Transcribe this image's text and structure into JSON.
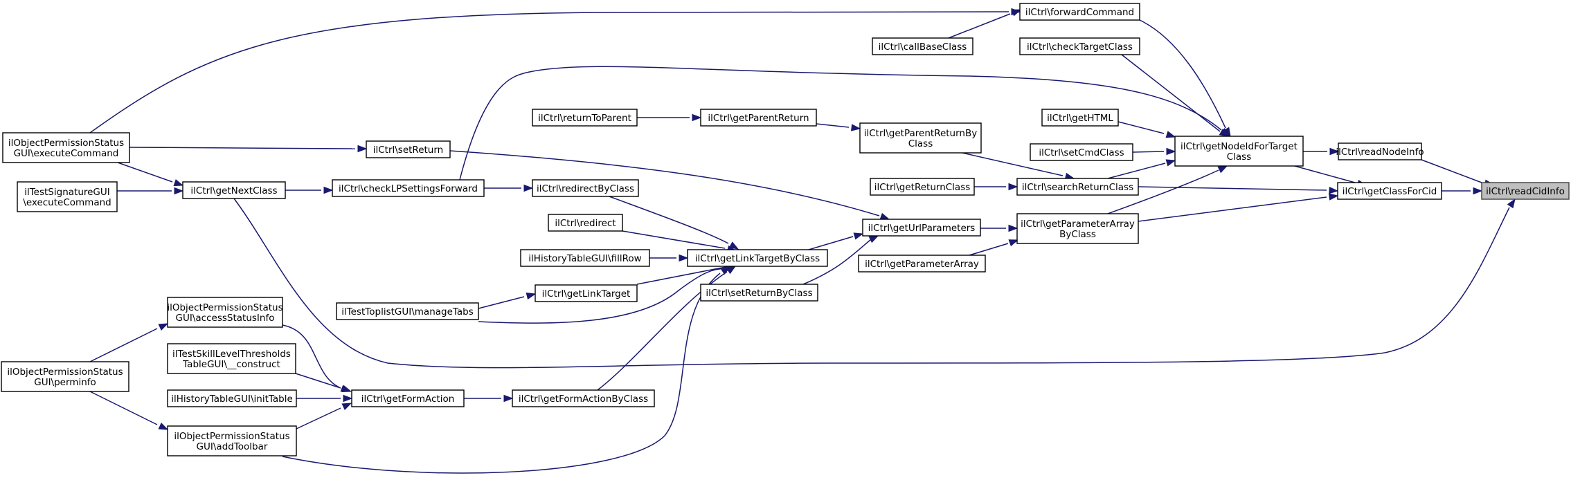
{
  "graph": {
    "focus": "readCidInfo",
    "nodes": [
      {
        "id": "readCidInfo",
        "lines": [
          "ilCtrl\\readCidInfo"
        ]
      },
      {
        "id": "readNodeInfo",
        "lines": [
          "ilCtrl\\readNodeInfo"
        ]
      },
      {
        "id": "getClassForCid",
        "lines": [
          "ilCtrl\\getClassForCid"
        ]
      },
      {
        "id": "getNodeIdForTargetClass",
        "lines": [
          "ilCtrl\\getNodeIdForTarget",
          "Class"
        ]
      },
      {
        "id": "searchReturnClass",
        "lines": [
          "ilCtrl\\searchReturnClass"
        ]
      },
      {
        "id": "getParameterArrayByClass",
        "lines": [
          "ilCtrl\\getParameterArray",
          "ByClass"
        ]
      },
      {
        "id": "forwardCommand",
        "lines": [
          "ilCtrl\\forwardCommand"
        ]
      },
      {
        "id": "callBaseClass",
        "lines": [
          "ilCtrl\\callBaseClass"
        ]
      },
      {
        "id": "checkTargetClass",
        "lines": [
          "ilCtrl\\checkTargetClass"
        ]
      },
      {
        "id": "getHTML",
        "lines": [
          "ilCtrl\\getHTML"
        ]
      },
      {
        "id": "setCmdClass",
        "lines": [
          "ilCtrl\\setCmdClass"
        ]
      },
      {
        "id": "getReturnClass",
        "lines": [
          "ilCtrl\\getReturnClass"
        ]
      },
      {
        "id": "getParentReturnByClass",
        "lines": [
          "ilCtrl\\getParentReturnBy",
          "Class"
        ]
      },
      {
        "id": "getParentReturn",
        "lines": [
          "ilCtrl\\getParentReturn"
        ]
      },
      {
        "id": "returnToParent",
        "lines": [
          "ilCtrl\\returnToParent"
        ]
      },
      {
        "id": "getUrlParameters",
        "lines": [
          "ilCtrl\\getUrlParameters"
        ]
      },
      {
        "id": "getParameterArray",
        "lines": [
          "ilCtrl\\getParameterArray"
        ]
      },
      {
        "id": "setReturnByClass",
        "lines": [
          "ilCtrl\\setReturnByClass"
        ]
      },
      {
        "id": "getLinkTargetByClass",
        "lines": [
          "ilCtrl\\getLinkTargetByClass"
        ]
      },
      {
        "id": "redirectByClass",
        "lines": [
          "ilCtrl\\redirectByClass"
        ]
      },
      {
        "id": "redirect",
        "lines": [
          "ilCtrl\\redirect"
        ]
      },
      {
        "id": "fillRow",
        "lines": [
          "ilHistoryTableGUI\\fillRow"
        ]
      },
      {
        "id": "getLinkTarget",
        "lines": [
          "ilCtrl\\getLinkTarget"
        ]
      },
      {
        "id": "manageTabs",
        "lines": [
          "ilTestToplistGUI\\manageTabs"
        ]
      },
      {
        "id": "getFormActionByClass",
        "lines": [
          "ilCtrl\\getFormActionByClass"
        ]
      },
      {
        "id": "getFormAction",
        "lines": [
          "ilCtrl\\getFormAction"
        ]
      },
      {
        "id": "accessStatusInfo",
        "lines": [
          "ilObjectPermissionStatus",
          "GUI\\accessStatusInfo"
        ]
      },
      {
        "id": "construct",
        "lines": [
          "ilTestSkillLevelThresholds",
          "TableGUI\\__construct"
        ]
      },
      {
        "id": "initTable",
        "lines": [
          "ilHistoryTableGUI\\initTable"
        ]
      },
      {
        "id": "addToolbar",
        "lines": [
          "ilObjectPermissionStatus",
          "GUI\\addToolbar"
        ]
      },
      {
        "id": "perminfo",
        "lines": [
          "ilObjectPermissionStatus",
          "GUI\\perminfo"
        ]
      },
      {
        "id": "setReturn",
        "lines": [
          "ilCtrl\\setReturn"
        ]
      },
      {
        "id": "checkLPSettingsForward",
        "lines": [
          "ilCtrl\\checkLPSettingsForward"
        ]
      },
      {
        "id": "getNextClass",
        "lines": [
          "ilCtrl\\getNextClass"
        ]
      },
      {
        "id": "executeCommand",
        "lines": [
          "ilObjectPermissionStatus",
          "GUI\\executeCommand"
        ]
      },
      {
        "id": "sigExecuteCommand",
        "lines": [
          "ilTestSignatureGUI",
          "\\executeCommand"
        ]
      }
    ],
    "edges": [
      {
        "from": "readNodeInfo",
        "to": "readCidInfo"
      },
      {
        "from": "getClassForCid",
        "to": "readCidInfo"
      },
      {
        "from": "getNextClass",
        "to": "readCidInfo"
      },
      {
        "from": "getNodeIdForTargetClass",
        "to": "readNodeInfo"
      },
      {
        "from": "getNodeIdForTargetClass",
        "to": "getClassForCid"
      },
      {
        "from": "searchReturnClass",
        "to": "getClassForCid"
      },
      {
        "from": "getParameterArrayByClass",
        "to": "getClassForCid"
      },
      {
        "from": "forwardCommand",
        "to": "getNodeIdForTargetClass"
      },
      {
        "from": "checkTargetClass",
        "to": "getNodeIdForTargetClass"
      },
      {
        "from": "getHTML",
        "to": "getNodeIdForTargetClass"
      },
      {
        "from": "setCmdClass",
        "to": "getNodeIdForTargetClass"
      },
      {
        "from": "searchReturnClass",
        "to": "getNodeIdForTargetClass"
      },
      {
        "from": "getParameterArrayByClass",
        "to": "getNodeIdForTargetClass"
      },
      {
        "from": "checkLPSettingsForward",
        "to": "getNodeIdForTargetClass"
      },
      {
        "from": "callBaseClass",
        "to": "forwardCommand"
      },
      {
        "from": "executeCommand",
        "to": "forwardCommand"
      },
      {
        "from": "getReturnClass",
        "to": "searchReturnClass"
      },
      {
        "from": "getParentReturnByClass",
        "to": "searchReturnClass"
      },
      {
        "from": "getUrlParameters",
        "to": "getParameterArrayByClass"
      },
      {
        "from": "getParameterArray",
        "to": "getParameterArrayByClass"
      },
      {
        "from": "getParentReturn",
        "to": "getParentReturnByClass"
      },
      {
        "from": "returnToParent",
        "to": "getParentReturn"
      },
      {
        "from": "setReturn",
        "to": "getUrlParameters"
      },
      {
        "from": "getLinkTargetByClass",
        "to": "getUrlParameters"
      },
      {
        "from": "setReturnByClass",
        "to": "getUrlParameters"
      },
      {
        "from": "redirectByClass",
        "to": "getLinkTargetByClass"
      },
      {
        "from": "redirect",
        "to": "getLinkTargetByClass"
      },
      {
        "from": "fillRow",
        "to": "getLinkTargetByClass"
      },
      {
        "from": "getLinkTarget",
        "to": "getLinkTargetByClass"
      },
      {
        "from": "manageTabs",
        "to": "getLinkTargetByClass"
      },
      {
        "from": "getFormActionByClass",
        "to": "getLinkTargetByClass"
      },
      {
        "from": "addToolbar",
        "to": "getLinkTargetByClass"
      },
      {
        "from": "checkLPSettingsForward",
        "to": "redirectByClass"
      },
      {
        "from": "manageTabs",
        "to": "getLinkTarget"
      },
      {
        "from": "getFormAction",
        "to": "getFormActionByClass"
      },
      {
        "from": "accessStatusInfo",
        "to": "getFormAction"
      },
      {
        "from": "construct",
        "to": "getFormAction"
      },
      {
        "from": "initTable",
        "to": "getFormAction"
      },
      {
        "from": "addToolbar",
        "to": "getFormAction"
      },
      {
        "from": "perminfo",
        "to": "accessStatusInfo"
      },
      {
        "from": "perminfo",
        "to": "addToolbar"
      },
      {
        "from": "executeCommand",
        "to": "setReturn"
      },
      {
        "from": "getNextClass",
        "to": "checkLPSettingsForward"
      },
      {
        "from": "executeCommand",
        "to": "getNextClass"
      },
      {
        "from": "sigExecuteCommand",
        "to": "getNextClass"
      }
    ]
  }
}
